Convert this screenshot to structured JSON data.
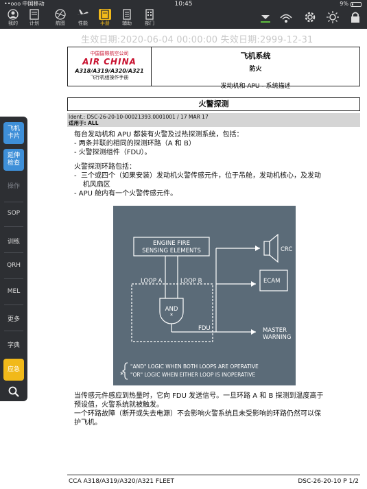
{
  "status": {
    "carrier": "••ooo 中国移动",
    "time": "10:45",
    "battery": "9%"
  },
  "nav": [
    {
      "label": "我的"
    },
    {
      "label": "计划"
    },
    {
      "label": "航图"
    },
    {
      "label": "性能"
    },
    {
      "label": "手册"
    },
    {
      "label": "辅助"
    },
    {
      "label": "部门"
    }
  ],
  "sidebar": {
    "card_label": "飞机\n卡片",
    "check_label": "延伸\n检查",
    "operate_label": "操作",
    "items": [
      "SOP",
      "训练",
      "QRH",
      "MEL",
      "更多",
      "字典"
    ],
    "emergency_label": "应急"
  },
  "doc": {
    "watermark": "生效日期:2020-06-04 00:00:00 失效日期:2999-12-31",
    "logo_cn": "中国国際航空公司",
    "logo_en": "AIR CHINA",
    "model": "A318/A319/A320/A321",
    "manual": "飞行机组操作手册",
    "title1": "飞机系统",
    "title2": "防火",
    "title3": "发动机和 APU - 系统描述",
    "section": "火警探测",
    "ident": "Ident.: DSC-26-20-10-00021393.0001001 / 17 MAR 17",
    "applicable": "适用于: ALL",
    "p1": "每台发动机和 APU 都装有火警及过热探测系统，包括：",
    "p1_b1": "-  两条并联的相同的探测环路（A 和 B）",
    "p1_b2": "-  火警探测组件（FDU）。",
    "p2": "火警探测环路包括：",
    "p2_b1": "-  三个或四个（如果安装）发动机火警传感元件，位于吊舱，发动机核心，及发动",
    "p2_b1b": "    机风扇区",
    "p2_b2": "-  APU 舱内有一个火警传感元件。",
    "p3": "当传感元件感应到热量时，它向 FDU 发送信号。一旦环路 A 和 B 探测到温度高于",
    "p3b": "预设值，火警系统就被触发。",
    "p4": "一个环路故障（断开或失去电源）不会影响火警系统且未受影响的环路仍然可以保",
    "p4b": "护飞机。",
    "footer_left": "CCA A318/A319/A320/A321 FLEET",
    "footer_right": "DSC-26-20-10 P 1/2"
  },
  "figure": {
    "sensing_l1": "ENGINE FIRE",
    "sensing_l2": "SENSING ELEMENTS",
    "loop_a": "LOOP A",
    "loop_b": "LOOP B",
    "and_gate": "AND",
    "star": "*",
    "fdu": "FDU",
    "crc": "CRC",
    "ecam": "ECAM",
    "master_l1": "MASTER",
    "master_l2": "WARNING",
    "note_l1": "\"AND\" LOGIC WHEN BOTH LOOPS ARE OPERATIVE",
    "note_l2": "\"OR\" LOGIC WHEN EITHER LOOP IS INOPERATIVE"
  },
  "colors": {
    "topbar": "#2d2f33",
    "accent": "#f1b91a",
    "blue": "#3e8fd8",
    "figure_bg": "#5b6b78"
  }
}
